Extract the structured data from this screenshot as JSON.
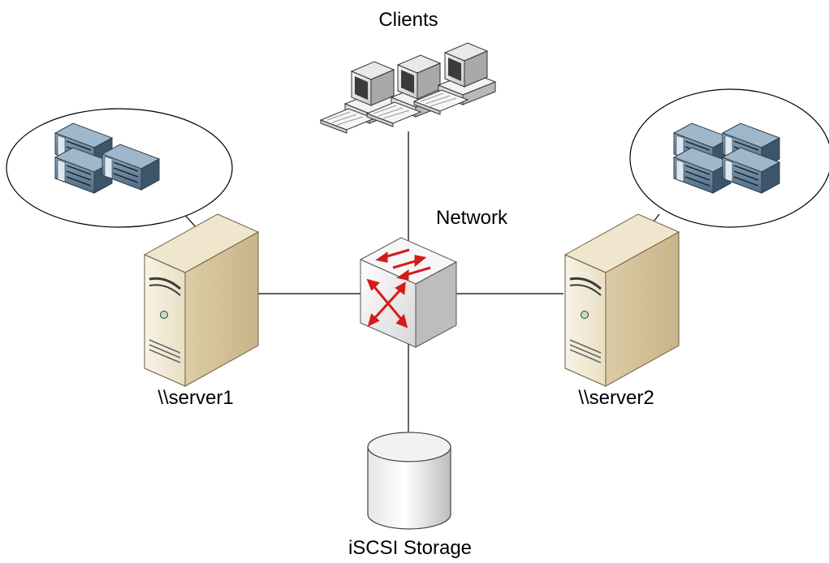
{
  "labels": {
    "clients": "Clients",
    "network": "Network",
    "server1": "\\\\server1",
    "server2": "\\\\server2",
    "storage": "iSCSI Storage"
  },
  "colors": {
    "line": "#000000",
    "tower_front": "#f4eedb",
    "tower_side": "#d9c9a3",
    "switch_arrow": "#d51b1b",
    "rack": "#4e6b84"
  },
  "icons": {
    "clients": "desktop-computer-icon",
    "network": "network-switch-icon",
    "servers": "tower-server-icon",
    "vm_hosts": "rack-server-icon",
    "storage": "disk-storage-icon"
  }
}
